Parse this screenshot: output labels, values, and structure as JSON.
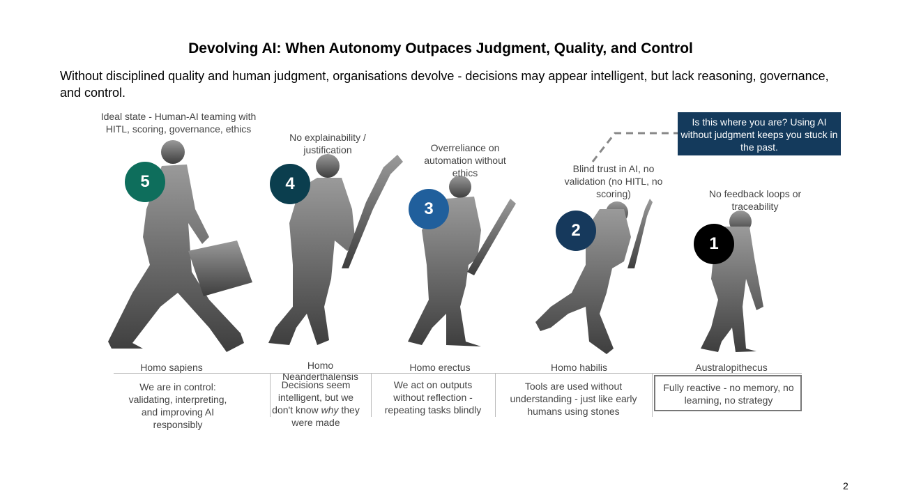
{
  "title": "Devolving AI: When Autonomy Outpaces Judgment, Quality, and Control",
  "subtitle": "Without disciplined quality and human judgment, organisations devolve - decisions may appear intelligent, but lack reasoning, governance, and control.",
  "callout": "Is this where you are? Using AI without judgment keeps you stuck in the past.",
  "stages": [
    {
      "number": "5",
      "color": "#0e6e5c",
      "label": "Ideal state - Human-AI teaming with HITL, scoring, governance, ethics",
      "species": "Homo sapiens",
      "description": "We are in control: validating, interpreting, and improving AI responsibly"
    },
    {
      "number": "4",
      "color": "#0b3e4e",
      "label": "No explainability / justification",
      "species": "Homo Neanderthalensis",
      "description_pre": "Decisions seem intelligent, but we don't know ",
      "description_em": "why",
      "description_post": " they were made"
    },
    {
      "number": "3",
      "color": "#205f9c",
      "label": "Overreliance on automation without ethics",
      "species": "Homo erectus",
      "description": "We act on outputs without reflection - repeating tasks blindly"
    },
    {
      "number": "2",
      "color": "#16395c",
      "label": "Blind trust in AI, no validation (no HITL, no scoring)",
      "species": "Homo habilis",
      "description": "Tools are used without understanding - just like early humans using stones"
    },
    {
      "number": "1",
      "color": "#000000",
      "label": "No feedback loops or traceability",
      "species": "Australopithecus",
      "description": "Fully reactive - no memory, no learning, no strategy"
    }
  ],
  "page_number": "2"
}
